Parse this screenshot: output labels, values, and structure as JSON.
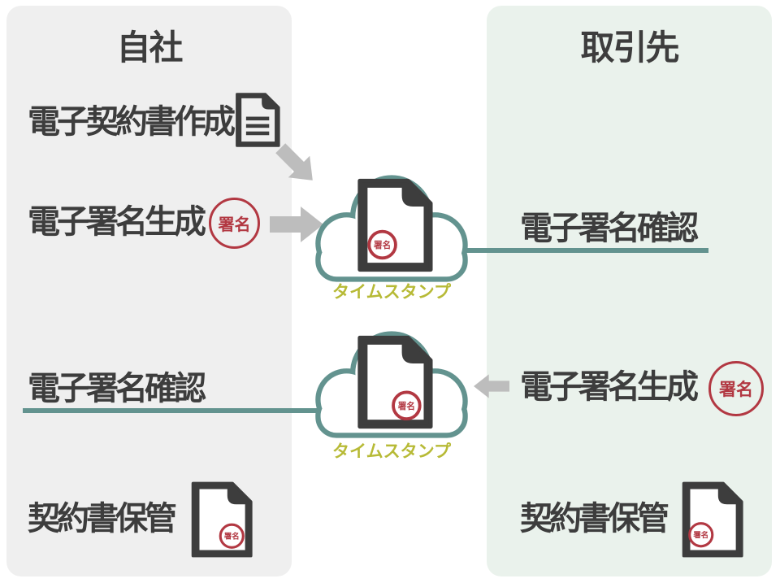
{
  "colors": {
    "accent_teal": "#63938f",
    "stamp_red": "#b23842",
    "timestamp_olive": "#b7ba36",
    "text_dark": "#3d3d3d",
    "arrow_gray": "#bdbdbd",
    "own_company_panel_bg": "#efefef",
    "partner_panel_bg": "#eaf2ec"
  },
  "left_panel": {
    "title": "自社",
    "steps": {
      "creation": "電子契約書作成",
      "sign_generate": "電子署名生成",
      "sign_verify": "電子署名確認",
      "storage": "契約書保管"
    }
  },
  "right_panel": {
    "title": "取引先",
    "steps": {
      "sign_verify": "電子署名確認",
      "sign_generate": "電子署名生成",
      "storage": "契約書保管"
    }
  },
  "cloud_upper": {
    "label": "タイムスタンプ"
  },
  "cloud_lower": {
    "label": "タイムスタンプ"
  },
  "stamp": {
    "label": "署名"
  }
}
